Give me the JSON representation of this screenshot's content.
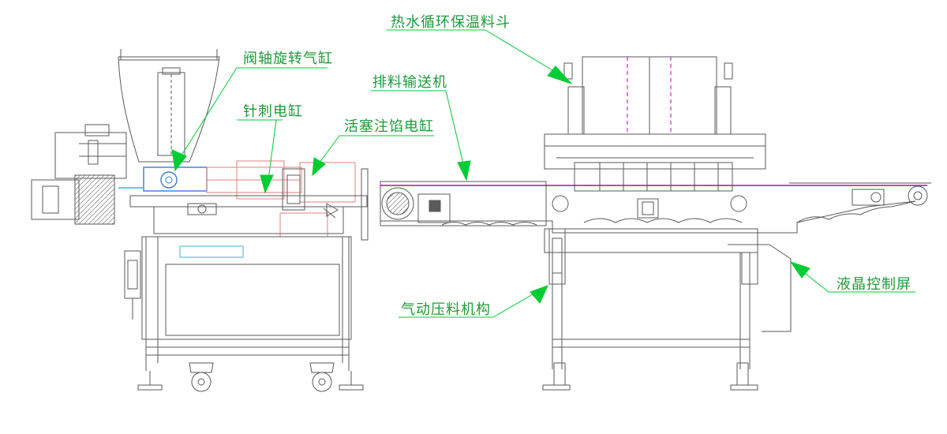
{
  "colors": {
    "line": "#5a5a5a",
    "magenta": "#c000c0",
    "pink": "#e08080",
    "blue": "#3a7bd5",
    "cyan": "#40b0d0",
    "callout": "#00cc33",
    "label": "#1e9a3a"
  },
  "labels": {
    "hopper": "热水循环保温料斗",
    "valve_cylinder": "阀轴旋转气缸",
    "needle_cylinder": "针刺电缸",
    "piston_cylinder": "活塞注馅电缸",
    "conveyor": "排料输送机",
    "press_mechanism": "气动压料机构",
    "lcd_screen": "液晶控制屏"
  }
}
